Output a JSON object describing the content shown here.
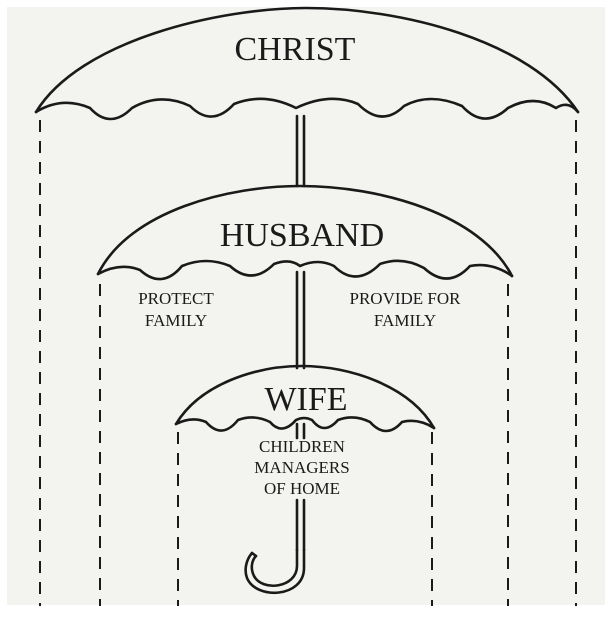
{
  "diagram": {
    "christ": {
      "label": "CHRIST"
    },
    "husband": {
      "label": "HUSBAND",
      "left_duty": [
        "PROTECT",
        "FAMILY"
      ],
      "right_duty": [
        "PROVIDE FOR",
        "FAMILY"
      ]
    },
    "wife": {
      "label": "WIFE",
      "duty": [
        "CHILDREN",
        "MANAGERS",
        "OF HOME"
      ]
    }
  }
}
